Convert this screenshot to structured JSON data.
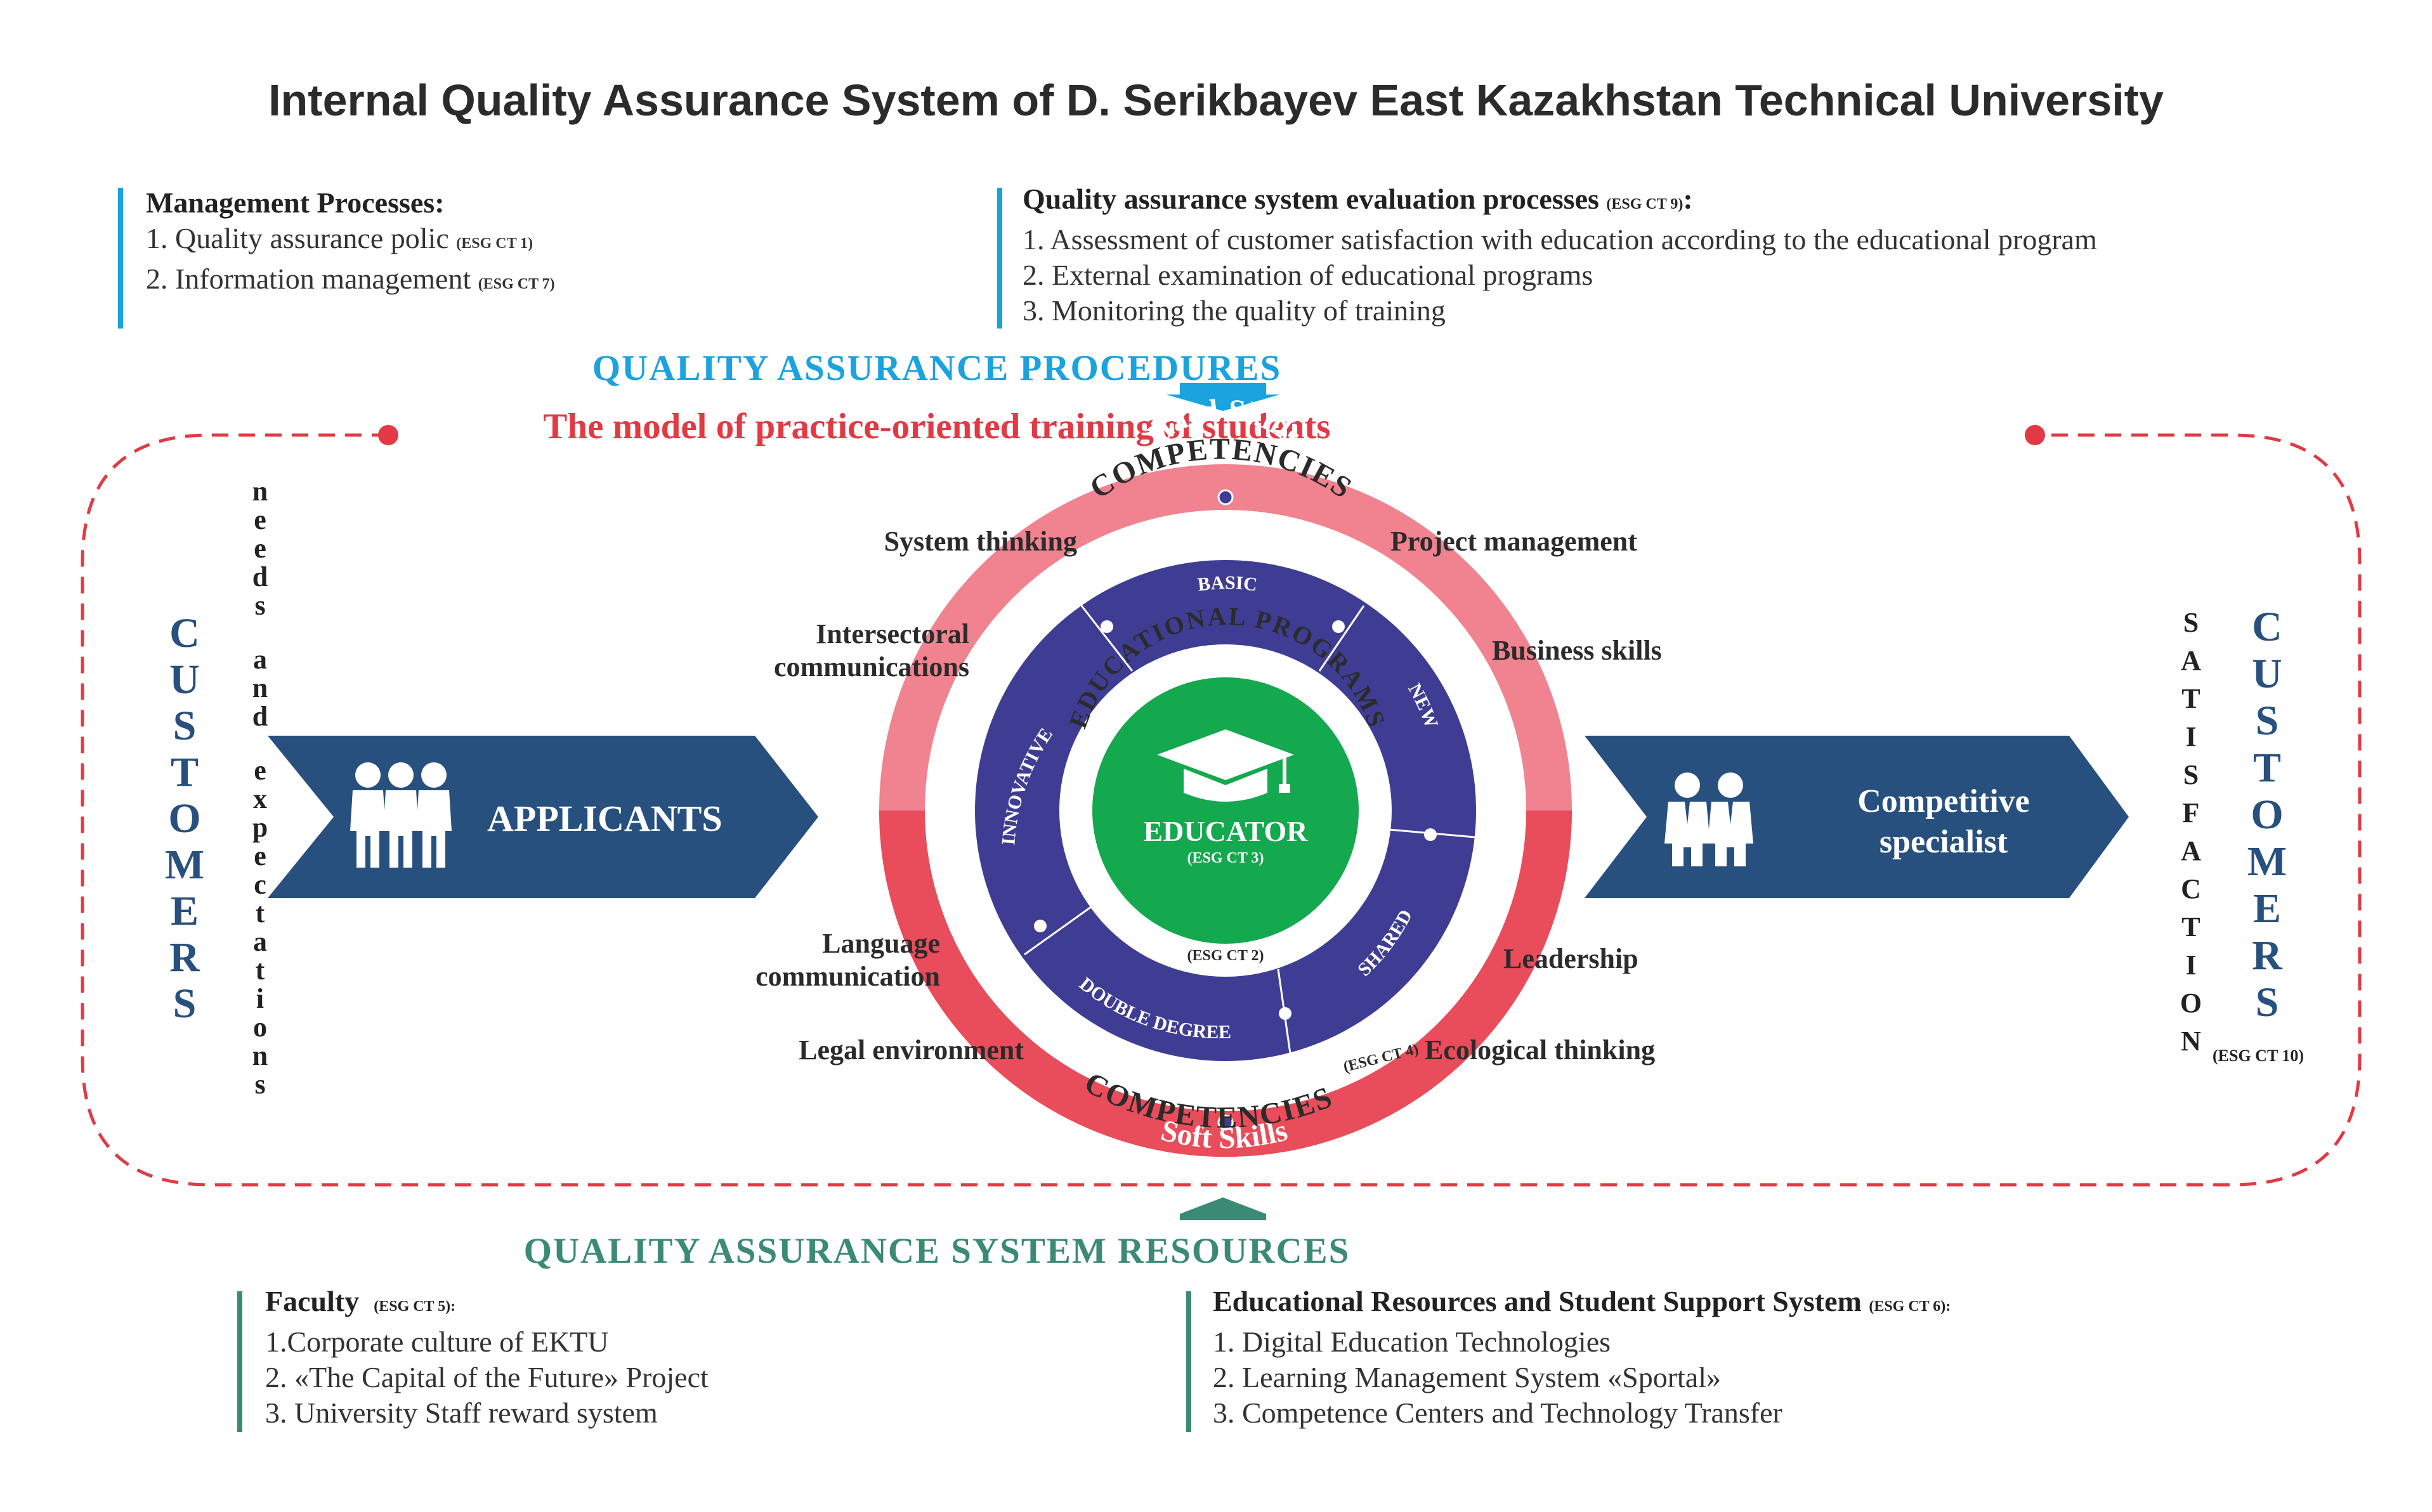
{
  "title": "Internal Quality Assurance System of D. Serikbayev East Kazakhstan Technical University",
  "management": {
    "heading": "Management Processes:",
    "items": [
      {
        "text": "1. Quality assurance polic",
        "esg": "(ESG CT 1)"
      },
      {
        "text": "2. Information management",
        "esg": "(ESG CT 7)"
      }
    ]
  },
  "evaluation": {
    "heading": "Quality assurance system evaluation processes",
    "heading_esg": "(ESG CT 9)",
    "heading_colon": ":",
    "items": [
      "1. Assessment of customer satisfaction with education according to the educational program",
      "2. External examination of educational programs",
      "3. Monitoring the quality of training"
    ]
  },
  "procedures_title": "QUALITY ASSURANCE PROCEDURES",
  "model_title": "The model of practice-oriented training of students",
  "customers_left": "CUSTOMERS",
  "needs_text": "needs and expectations",
  "applicants": "APPLICANTS",
  "competitive": [
    "Competitive",
    "specialist"
  ],
  "satisfaction": "SATISFACTION",
  "customers_right": "CUSTOMERS",
  "customers_right_esg": "(ESG CT 10)",
  "circle": {
    "hard_skills": "Hard Skills",
    "soft_skills": "Soft Skills",
    "competencies_top": "COMPETENCIES",
    "competencies_bottom": "COMPETENCIES",
    "competencies_bottom_esg": "(ESG CT 4)",
    "edu_programs": "EDUCATIONAL PROGRAMS",
    "educator": "EDUCATOR",
    "educator_esg": "(ESG CT 3)",
    "programs_esg": "(ESG CT 2)",
    "segments": {
      "basic": "BASIC",
      "new": "NEW",
      "shared": "SHARED",
      "double_degree": "DOUBLE DEGREE",
      "innovative": "INNOVATIVE"
    }
  },
  "skills": {
    "system_thinking": "System thinking",
    "project_management": "Project management",
    "intersectoral": [
      "Intersectoral",
      "communications"
    ],
    "business_skills": "Business skills",
    "language": [
      "Language",
      "communication"
    ],
    "leadership": "Leadership",
    "legal": "Legal environment",
    "ecological": "Ecological thinking"
  },
  "resources_title": "QUALITY ASSURANCE SYSTEM RESOURCES",
  "faculty": {
    "heading": "Faculty",
    "heading_esg": "(ESG CT 5):",
    "items": [
      "1.Corporate culture of EKTU",
      "2. «The Capital of the Future» Project",
      "3. University Staff reward system"
    ]
  },
  "edu_resources": {
    "heading": "Educational Resources and Student Support System",
    "heading_esg": "(ESG CT 6):",
    "items": [
      "1. Digital Education Technologies",
      "2. Learning Management System «Sportal»",
      "3. Competence Centers and Technology Transfer"
    ]
  },
  "colors": {
    "blue_light": "#1aa3de",
    "red": "#e13a44",
    "teal": "#3b8a76",
    "navy": "#28507e",
    "indigo": "#3f3d93",
    "green": "#14a84f",
    "pink": "#f0838f",
    "dark_text": "#2b2b2b"
  }
}
